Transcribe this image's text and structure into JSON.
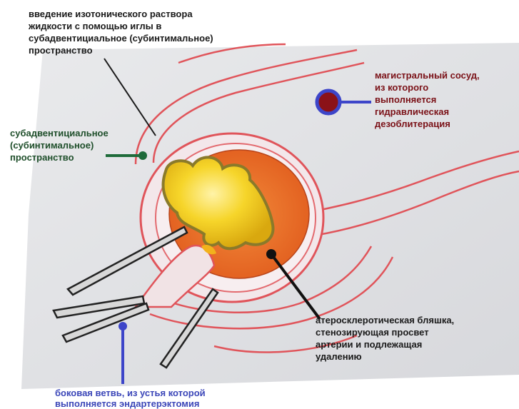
{
  "labels": {
    "needle": "введение изотонического раствора\nжидкости с помощью иглы в\nсубадвентициальное (субинтимальное)\nпространство",
    "subadventitial_space": "субадвентициальное\n(субинтимальное)\nпространство",
    "main_vessel": "магистральный сосуд,\nиз которого\nвыполняется\nгидравлическая\nдезоблитерация",
    "plaque": "атеросклеротическая бляшка,\nстенозирующая просвет\nартерии и подлежащая\nудалению",
    "side_branch": "боковая ветвь, из устья которой\nвыполняется эндартерэктомия"
  },
  "colors": {
    "label_dark": "#1a1a1a",
    "label_green": "#1f4f2b",
    "label_red": "#7a1016",
    "label_blue": "#3b46b8",
    "marker_green": "#1e6b3a",
    "marker_blue": "#3d45c9",
    "marker_red_fill": "#8b1218",
    "vessel_wall": "#e0545a",
    "plaque_orange": "#e8702a",
    "lumen_yellow": "#f2cf1f"
  },
  "icons": [
    "needle-icon",
    "forceps-icon",
    "green-dot-marker",
    "blue-dot-marker",
    "red-ring-marker",
    "black-dot-marker"
  ]
}
